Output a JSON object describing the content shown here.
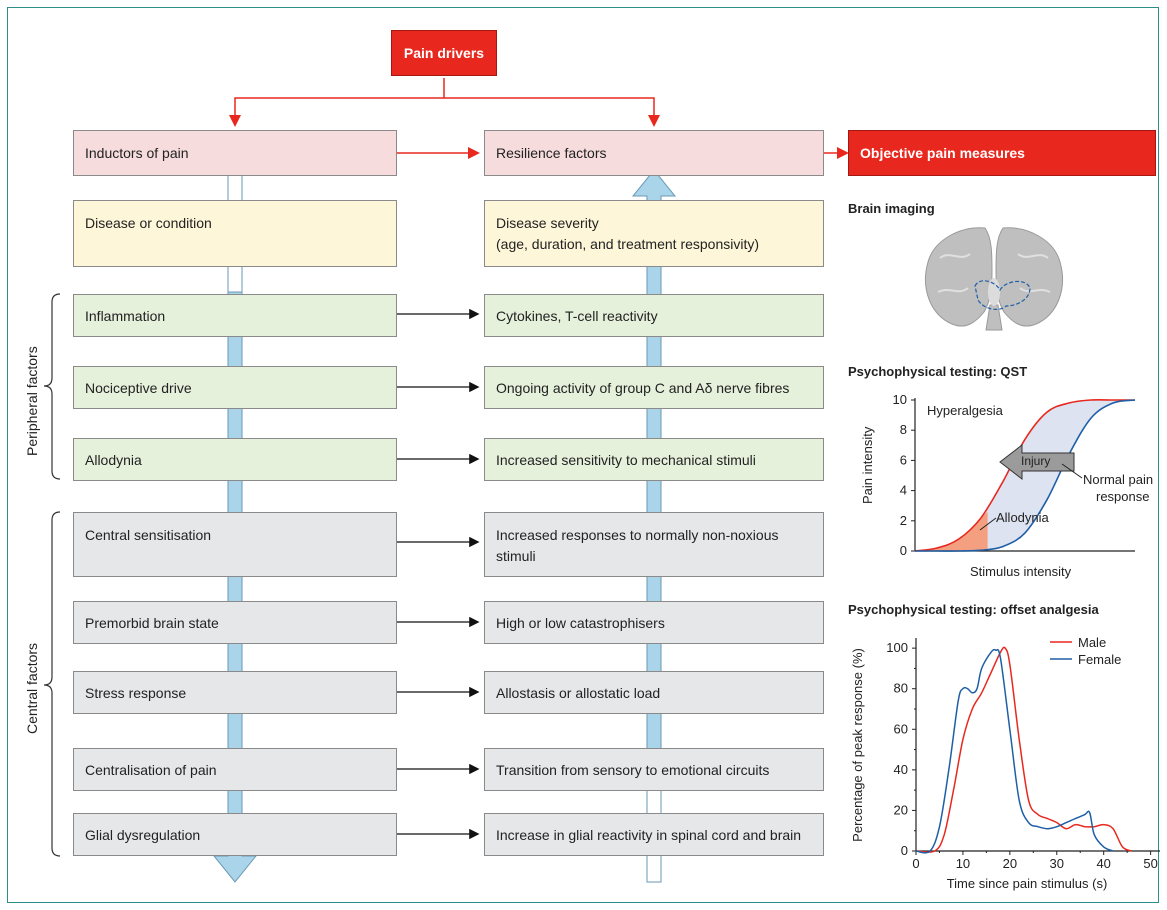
{
  "header": {
    "title": "Pain drivers"
  },
  "column_left": {
    "heading": "Inductors of pain",
    "items": [
      "Disease or condition",
      "Inflammation",
      "Nociceptive drive",
      "Allodynia",
      "Central sensitisation",
      "Premorbid brain state",
      "Stress response",
      "Centralisation of pain",
      "Glial dysregulation"
    ]
  },
  "column_middle": {
    "heading": "Resilience factors",
    "items": [
      "Disease severity",
      "(age, duration, and treatment responsivity)",
      "Cytokines, T-cell reactivity",
      "Ongoing activity of group C and Aδ nerve fibres",
      "Increased sensitivity to mechanical stimuli",
      "Increased responses to normally non-noxious",
      "stimuli",
      "High or low catastrophisers",
      "Allostasis or allostatic load",
      "Transition from sensory to emotional circuits",
      "Increase in glial reactivity in spinal cord and brain"
    ]
  },
  "groups": {
    "peripheral": "Peripheral factors",
    "central": "Central factors"
  },
  "right_panel": {
    "heading": "Objective pain measures",
    "brain_imaging": "Brain imaging",
    "qst": {
      "title": "Psychophysical testing: QST",
      "ylabel": "Pain intensity",
      "xlabel": "Stimulus intensity",
      "hyperalgesia": "Hyperalgesia",
      "allodynia": "Allodynia",
      "injury": "Injury",
      "normal_1": "Normal pain",
      "normal_2": "response"
    },
    "offset": {
      "title": "Psychophysical testing: offset analgesia"
    }
  },
  "colors": {
    "red": "#e8281f",
    "blue": "#1f5fa6",
    "arrow_blue": "#a9d4ea",
    "pink": "#f6dcdc",
    "yellow": "#fdf6d8",
    "green": "#e6f1dc",
    "grey": "#e6e7e9",
    "qst_shade": "#dde3f1",
    "allodynia_fill": "#f4a080"
  },
  "chart_data": [
    {
      "type": "line",
      "title": "Psychophysical testing: QST",
      "xlabel": "Stimulus intensity",
      "ylabel": "Pain intensity",
      "ylim": [
        0,
        10
      ],
      "yticks": [
        0,
        2,
        4,
        6,
        8,
        10
      ],
      "series": [
        {
          "name": "Hyperalgesia",
          "color": "#e8281f",
          "x": [
            0,
            1,
            2,
            3,
            4,
            5,
            6,
            7,
            8,
            9,
            10
          ],
          "y": [
            0,
            0.2,
            0.8,
            2.2,
            4.6,
            7.4,
            9.2,
            9.8,
            10,
            10,
            10
          ]
        },
        {
          "name": "Normal pain response",
          "color": "#1f5fa6",
          "x": [
            0,
            1,
            2,
            3,
            4,
            5,
            6,
            7,
            8,
            9,
            10
          ],
          "y": [
            0,
            0,
            0,
            0.05,
            0.3,
            1.2,
            3.4,
            6.4,
            8.8,
            9.8,
            10
          ]
        }
      ],
      "annotations": [
        "Hyperalgesia",
        "Allodynia",
        "Injury",
        "Normal pain response"
      ]
    },
    {
      "type": "line",
      "title": "Psychophysical testing: offset analgesia",
      "xlabel": "Time since pain stimulus (s)",
      "ylabel": "Percentage of peak response (%)",
      "xlim": [
        0,
        52
      ],
      "ylim": [
        0,
        105
      ],
      "xticks": [
        0,
        10,
        20,
        30,
        40,
        50
      ],
      "yticks": [
        0,
        20,
        40,
        60,
        80,
        100
      ],
      "series": [
        {
          "name": "Male",
          "color": "#e8281f",
          "x": [
            0,
            4,
            6,
            8,
            10,
            12,
            14,
            16,
            18,
            19,
            20,
            22,
            24,
            26,
            28,
            30,
            32,
            34,
            36,
            38,
            40,
            42,
            44,
            46
          ],
          "y": [
            0,
            0,
            8,
            30,
            55,
            70,
            78,
            88,
            98,
            100,
            92,
            55,
            25,
            18,
            16,
            14,
            11,
            13,
            12,
            12,
            13,
            11,
            2,
            0
          ]
        },
        {
          "name": "Female",
          "color": "#1f5fa6",
          "x": [
            0,
            3,
            5,
            7,
            9,
            10,
            11,
            12,
            13,
            14,
            16,
            17,
            18,
            20,
            22,
            24,
            26,
            28,
            30,
            32,
            34,
            36,
            37,
            38,
            40,
            42
          ],
          "y": [
            0,
            0,
            12,
            40,
            74,
            80,
            80,
            78,
            80,
            90,
            98,
            99,
            95,
            60,
            25,
            14,
            12,
            11,
            12,
            14,
            16,
            18,
            19,
            8,
            2,
            0
          ]
        }
      ]
    }
  ]
}
